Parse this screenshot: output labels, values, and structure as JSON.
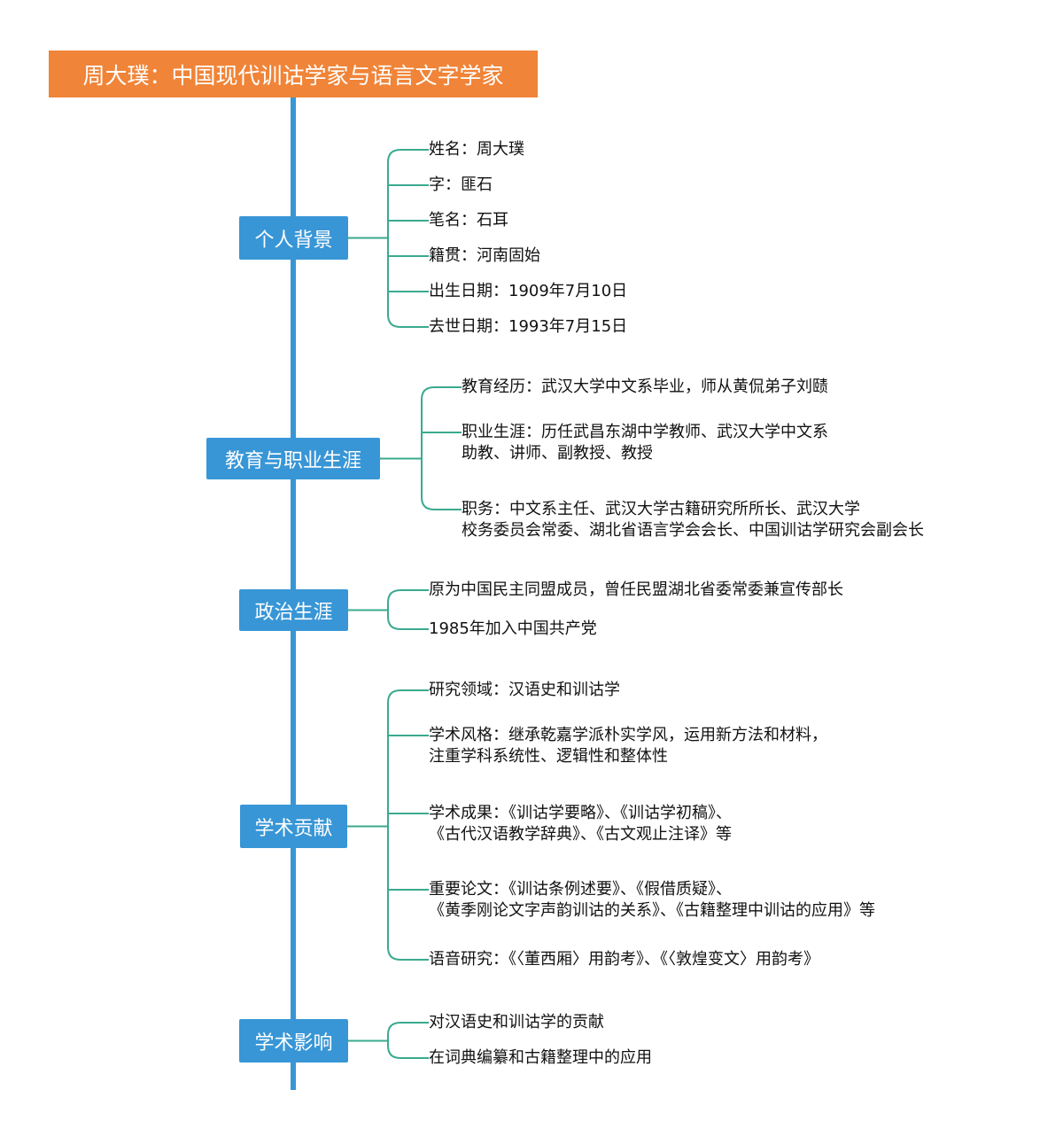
{
  "title": "周大璞：中国现代训诂学家与语言文字学家",
  "colors": {
    "title_bg": "#f08438",
    "branch_bg": "#3896d6",
    "trunk": "#3896d6",
    "connector": "#3aaa8f"
  },
  "branches": [
    {
      "label": "个人背景",
      "items": [
        {
          "lines": [
            "姓名：周大璞"
          ]
        },
        {
          "lines": [
            "字：匪石"
          ]
        },
        {
          "lines": [
            "笔名：石耳"
          ]
        },
        {
          "lines": [
            "籍贯：河南固始"
          ]
        },
        {
          "lines": [
            "出生日期：1909年7月10日"
          ]
        },
        {
          "lines": [
            "去世日期：1993年7月15日"
          ]
        }
      ]
    },
    {
      "label": "教育与职业生涯",
      "items": [
        {
          "lines": [
            "教育经历：武汉大学中文系毕业，师从黄侃弟子刘赜"
          ]
        },
        {
          "lines": [
            "职业生涯：历任武昌东湖中学教师、武汉大学中文系",
            "助教、讲师、副教授、教授"
          ]
        },
        {
          "lines": [
            "职务：中文系主任、武汉大学古籍研究所所长、武汉大学",
            "校务委员会常委、湖北省语言学会会长、中国训诂学研究会副会长"
          ]
        }
      ]
    },
    {
      "label": "政治生涯",
      "items": [
        {
          "lines": [
            "原为中国民主同盟成员，曾任民盟湖北省委常委兼宣传部长"
          ]
        },
        {
          "lines": [
            "1985年加入中国共产党"
          ]
        }
      ]
    },
    {
      "label": "学术贡献",
      "items": [
        {
          "lines": [
            "研究领域：汉语史和训诂学"
          ]
        },
        {
          "lines": [
            "学术风格：继承乾嘉学派朴实学风，运用新方法和材料，",
            "注重学科系统性、逻辑性和整体性"
          ]
        },
        {
          "lines": [
            "学术成果：《训诂学要略》、《训诂学初稿》、",
            "《古代汉语教学辞典》、《古文观止注译》等"
          ]
        },
        {
          "lines": [
            "重要论文：《训诂条例述要》、《假借质疑》、",
            "《黄季刚论文字声韵训诂的关系》、《古籍整理中训诂的应用》等"
          ]
        },
        {
          "lines": [
            "语音研究：《〈董西厢〉用韵考》、《〈敦煌变文〉用韵考》"
          ]
        }
      ]
    },
    {
      "label": "学术影响",
      "items": [
        {
          "lines": [
            "对汉语史和训诂学的贡献"
          ]
        },
        {
          "lines": [
            "在词典编纂和古籍整理中的应用"
          ]
        }
      ]
    }
  ]
}
